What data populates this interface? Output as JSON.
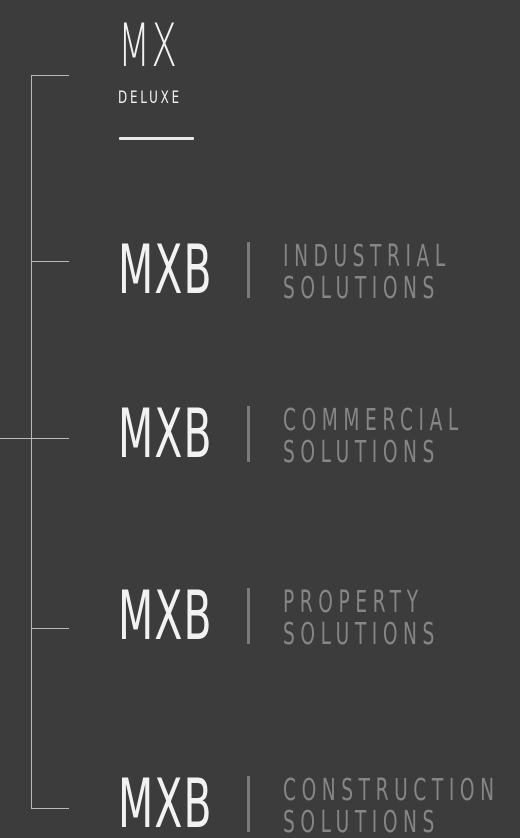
{
  "parent": {
    "mark": "MX",
    "sub": "DELUXE"
  },
  "divisions": [
    {
      "brand": "MXB",
      "line1": "INDUSTRIAL",
      "line2": "SOLUTIONS"
    },
    {
      "brand": "MXB",
      "line1": "COMMERCIAL",
      "line2": "SOLUTIONS"
    },
    {
      "brand": "MXB",
      "line1": "PROPERTY",
      "line2": "SOLUTIONS"
    },
    {
      "brand": "MXB",
      "line1": "CONSTRUCTION",
      "line2": "SOLUTIONS"
    }
  ],
  "colors": {
    "background": "#3c3c3c",
    "logo": "#f2f2f2",
    "descriptor": "#868686",
    "divider": "#7a7a7a",
    "tree": "#b9b9b9"
  }
}
